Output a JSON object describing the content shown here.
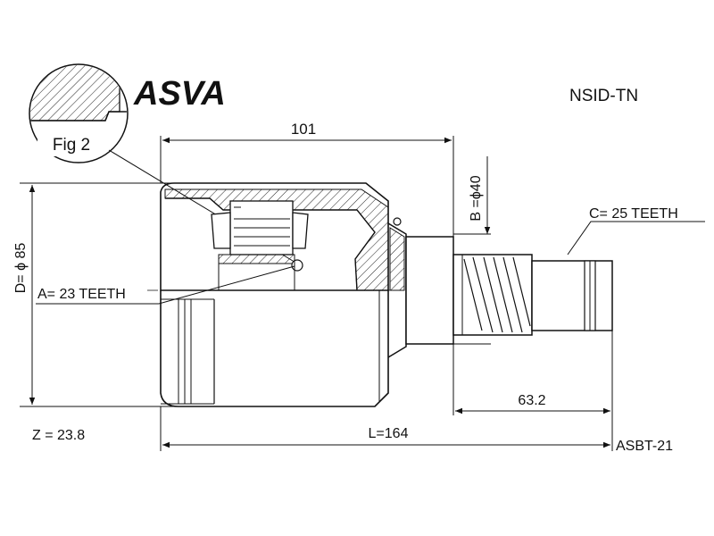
{
  "brand": "ASVA",
  "part_code": "NSID-TN",
  "catalog_code": "ASBT-21",
  "figure_label": "Fig 2",
  "dimensions": {
    "housing_length": "101",
    "total_length": "L=164",
    "shaft_length": "63.2",
    "outer_diameter": "D= ϕ 85",
    "shaft_diameter": "B =ϕ40",
    "inner_teeth": "A= 23 TEETH",
    "outer_teeth": "C= 25 TEETH",
    "z_value": "Z = 23.8"
  },
  "colors": {
    "line": "#111111",
    "background": "#ffffff"
  }
}
